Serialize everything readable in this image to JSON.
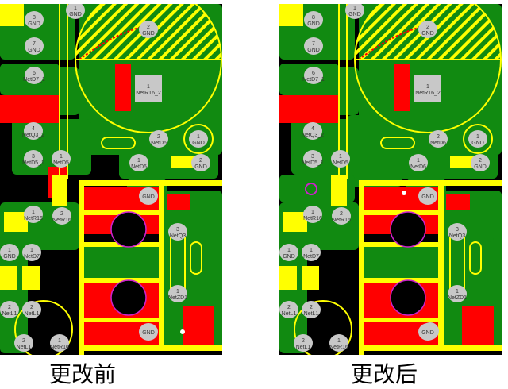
{
  "captions": {
    "before": "更改前",
    "after": "更改后"
  },
  "colors": {
    "copper_green": "#118a11",
    "copper_red": "#ff0000",
    "silk_yellow": "#ffff00",
    "board_black": "#000000",
    "pad_gray": "#c8c8c8",
    "keepout_magenta": "#cc22cc"
  },
  "pads": [
    {
      "num": "8",
      "net": "GND"
    },
    {
      "num": "7",
      "net": "GND"
    },
    {
      "num": "6",
      "net": "NetD7_1"
    },
    {
      "num": "2",
      "net": "GND"
    },
    {
      "num": "1",
      "net": "NetR16_2"
    },
    {
      "num": "1",
      "net": "GND"
    },
    {
      "num": "4",
      "net": "NetQ3_2"
    },
    {
      "num": "3",
      "net": "NetD5_1"
    },
    {
      "num": "1",
      "net": "NetD5"
    },
    {
      "num": "2",
      "net": "NetD6"
    },
    {
      "num": "1",
      "net": "NetD6"
    },
    {
      "num": "1",
      "net": "GND"
    },
    {
      "num": "2",
      "net": "GND"
    },
    {
      "num": "",
      "net": "GND"
    },
    {
      "num": "1",
      "net": "NetR16"
    },
    {
      "num": "2",
      "net": "NetR16"
    },
    {
      "num": "3",
      "net": "NetQ3"
    },
    {
      "num": "1",
      "net": "NetZD1"
    },
    {
      "num": "1",
      "net": "GND"
    },
    {
      "num": "1",
      "net": "NetD7"
    },
    {
      "num": "2",
      "net": "NetL1"
    },
    {
      "num": "2",
      "net": "NetL1"
    },
    {
      "num": "",
      "net": "GND"
    },
    {
      "num": "2",
      "net": "NetL1"
    },
    {
      "num": "1",
      "net": "NetR16"
    }
  ]
}
